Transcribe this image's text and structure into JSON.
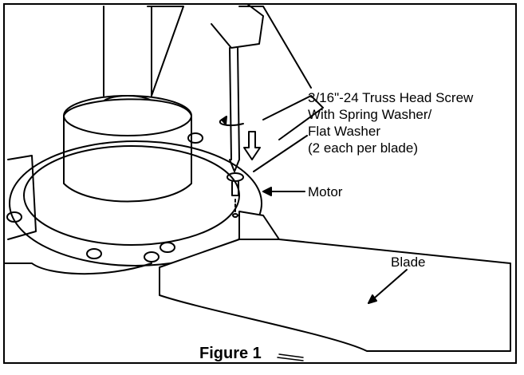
{
  "labels": {
    "screw_line1": "3/16ʺ-24 Truss Head Screw",
    "screw_line2": "With Spring Washer/",
    "screw_line3": "Flat Washer",
    "screw_line4": "(2 each per blade)",
    "motor": "Motor",
    "blade": "Blade"
  },
  "caption": "Figure 1"
}
